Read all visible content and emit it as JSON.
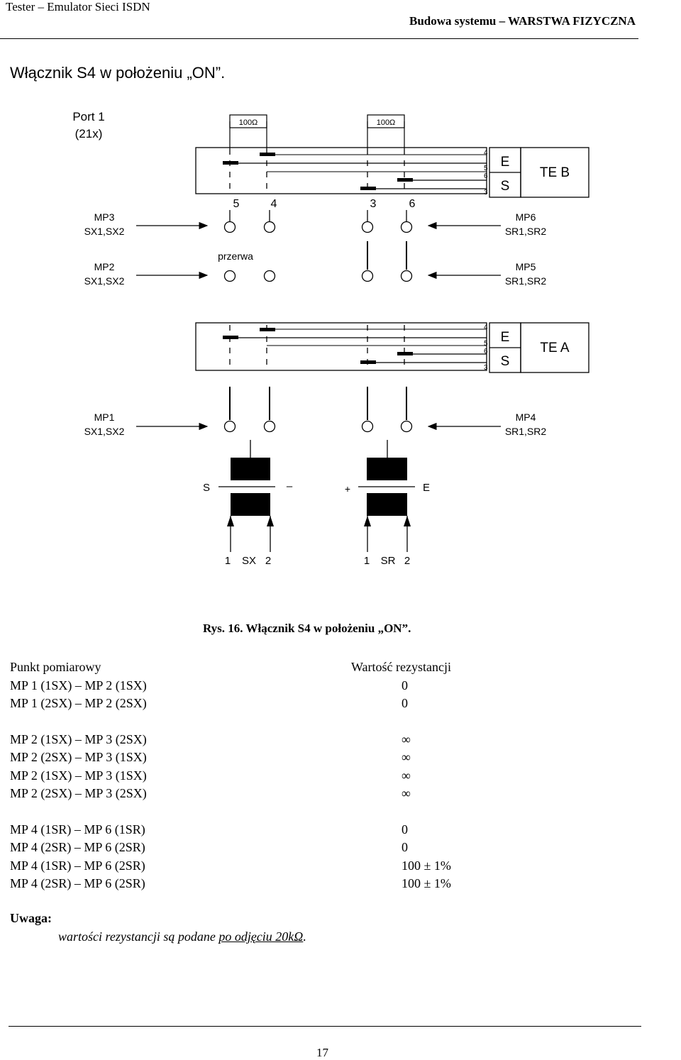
{
  "header": {
    "left": "Tester – Emulator Sieci ISDN",
    "right": "Budowa systemu – WARSTWA FIZYCZNA"
  },
  "title": "Włącznik S4 w położeniu „ON”.",
  "diagram": {
    "port_label_1": "Port 1",
    "port_label_2": "(21x)",
    "resistor_left": "100Ω",
    "resistor_right": "100Ω",
    "pins_top": [
      "5",
      "4",
      "3",
      "6"
    ],
    "connector_pins": [
      "4",
      "5",
      "6",
      "3"
    ],
    "e_label": "E",
    "s_label": "S",
    "te_b": "TE B",
    "te_a": "TE A",
    "mp3_1": "MP3",
    "mp3_2": "SX1,SX2",
    "mp6_1": "MP6",
    "mp6_2": "SR1,SR2",
    "mp2_1": "MP2",
    "mp2_2": "SX1,SX2",
    "mp5_1": "MP5",
    "mp5_2": "SR1,SR2",
    "mp1_1": "MP1",
    "mp1_2": "SX1,SX2",
    "mp4_1": "MP4",
    "mp4_2": "SR1,SR2",
    "przerwa": "przerwa",
    "bottom_s": "S",
    "bottom_minus": "–",
    "bottom_plus": "+",
    "bottom_e": "E",
    "sx_1": "1",
    "sx_label": "SX",
    "sx_2": "2",
    "sr_1": "1",
    "sr_label": "SR",
    "sr_2": "2"
  },
  "caption": "Rys. 16. Włącznik S4 w położeniu „ON”.",
  "table": {
    "header_col1": "Punkt pomiarowy",
    "header_col2": "Wartość rezystancji",
    "group1": [
      {
        "point": "MP 1 (1SX) – MP 2 (1SX)",
        "value": "0"
      },
      {
        "point": "MP 1 (2SX) – MP 2 (2SX)",
        "value": "0"
      }
    ],
    "group2": [
      {
        "point": "MP 2 (1SX) – MP 3 (2SX)",
        "value": "∞"
      },
      {
        "point": "MP 2 (2SX) – MP 3 (1SX)",
        "value": "∞"
      },
      {
        "point": "MP 2 (1SX) – MP 3 (1SX)",
        "value": "∞"
      },
      {
        "point": "MP 2 (2SX) – MP 3 (2SX)",
        "value": "∞"
      }
    ],
    "group3": [
      {
        "point": "MP 4 (1SR) – MP 6 (1SR)",
        "value": "0"
      },
      {
        "point": "MP 4 (2SR) – MP 6 (2SR)",
        "value": "0"
      },
      {
        "point": "MP 4 (1SR) – MP 6 (2SR)",
        "value": "100 ± 1%"
      },
      {
        "point": "MP 4 (2SR) – MP 6 (2SR)",
        "value": "100 ± 1%"
      }
    ]
  },
  "note": {
    "title": "Uwaga:",
    "body_prefix": "wartości rezystancji są podane ",
    "body_underlined": "po odjęciu 20kΩ",
    "body_suffix": "."
  },
  "page_number": "17"
}
